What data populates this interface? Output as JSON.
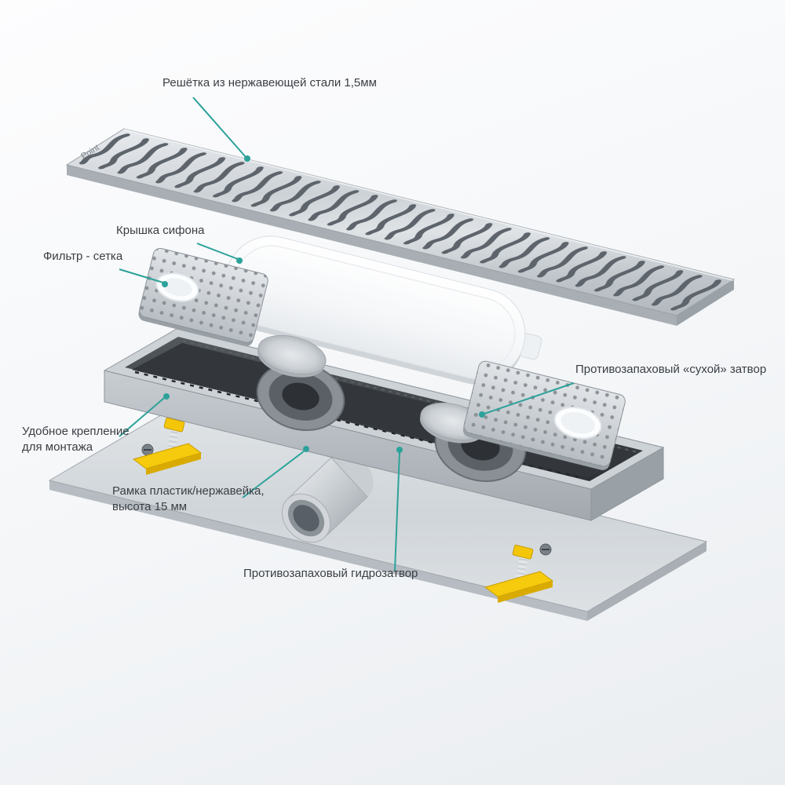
{
  "diagram": {
    "brand": "Point",
    "accent_color": "#2da29a",
    "labels": [
      {
        "id": "grate",
        "text": "Решётка из нержавеющей стали 1,5мм"
      },
      {
        "id": "siphon_cover",
        "text": "Крышка сифона"
      },
      {
        "id": "filter_mesh",
        "text": "Фильтр - сетка"
      },
      {
        "id": "dry_trap",
        "text": "Противозапаховый «сухой» затвор"
      },
      {
        "id": "mounting",
        "text": "Удобное крепление для монтажа"
      },
      {
        "id": "frame",
        "text": "Рамка пластик/нержавейка, высота 15 мм"
      },
      {
        "id": "water_trap",
        "text": "Противозапаховый гидрозатвор"
      }
    ]
  }
}
